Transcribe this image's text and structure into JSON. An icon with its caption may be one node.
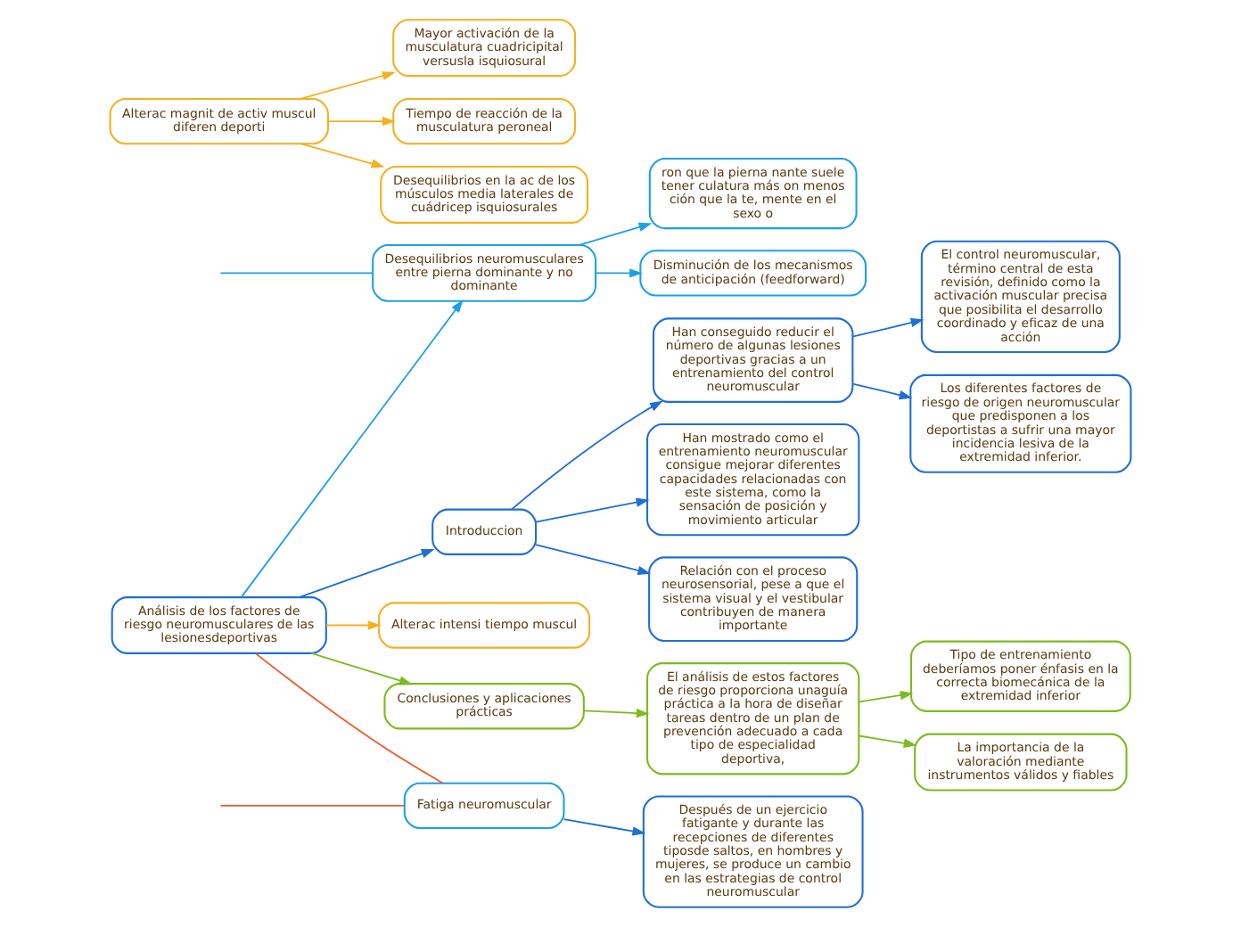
{
  "diagram": {
    "nodes": [
      {
        "text": [
          "Análisis de los factores de riesgo neuromusculares de las lesionesdeportivas"
        ]
      },
      {
        "text": [
          "Desequilibrios neuromusculares entre pierna dominante y no dominante"
        ]
      },
      {
        "text": [
          "Disminución de los mecanismos de anticipación (feedforward)"
        ]
      },
      {
        "text": [
          "ron que la pierna nante suele tener culatura más on menos ción que la te, mente en el sexo o"
        ]
      },
      {
        "text": [
          "Conclusiones y aplicaciones prácticas"
        ]
      },
      {
        "text": [
          "El análisis de estos factores de riesgo proporciona unaguía práctica a la hora de diseñar tareas dentro de un plan de prevención adecuado a cada tipo de especialidad deportiva,"
        ]
      },
      {
        "text": [
          "Tipo de entrenamiento deberíamos poner énfasis en la correcta biomecánica de la extremidad inferior"
        ]
      },
      {
        "text": [
          "La importancia de la valoración mediante instrumentos válidos y fiables"
        ]
      },
      {
        "text": [
          "Fatiga neuromuscular"
        ]
      },
      {
        "text": [
          "Después de un ejercicio fatigante y durante las recepciones de diferentes tiposde saltos, en hombres y mujeres, se produce un cambio en las estrategias de control neuromuscular"
        ]
      },
      {
        "text": [
          "Introduccion"
        ]
      },
      {
        "text": [
          "Han mostrado como el entrenamiento neuromuscular consigue mejorar diferentes capacidades relacionadas con este sistema, como la sensación de posición y movimiento articular"
        ]
      },
      {
        "text": [
          "Relación con el proceso neurosensorial, pese a que el sistema visual y el vestibular contribuyen de manera importante"
        ]
      },
      {
        "text": [
          "Han conseguido reducir el número de algunas lesiones deportivas gracias a un entrenamiento del control neuromuscular"
        ]
      },
      {
        "text": [
          "El control neuromuscular, término central de esta revisión, definido como la activación muscular precisa que posibilita el desarrollo coordinado y eficaz de una acción"
        ]
      },
      {
        "text": [
          "Los diferentes factores de riesgo de origen neuromuscular que predisponen a los deportistas a sufrir una mayor incidencia lesiva de la extremidad inferior."
        ]
      },
      {
        "text": [
          "Alterac intensi tiempo muscul"
        ]
      },
      {
        "text": [
          "Alterac magnit de activ muscul diferen deporti"
        ]
      },
      {
        "text": [
          "Mayor activación de la musculatura cuadricipital versusla isquiosural"
        ]
      },
      {
        "text": [
          "Tiempo de reacción de la musculatura peroneal"
        ]
      },
      {
        "text": [
          "Desequilibrios en la ac de los músculos media laterales de cuádricep isquiosurales"
        ]
      }
    ],
    "edges": [
      {
        "from": 0,
        "to": 4,
        "arrow": "to",
        "color": "#7cbb1e"
      },
      {
        "from": 4,
        "to": 5,
        "arrow": "to",
        "color": "#7cbb1e"
      },
      {
        "from": 5,
        "to": 6,
        "arrow": "to",
        "color": "#7cbb1e"
      },
      {
        "from": 5,
        "to": 7,
        "arrow": "to",
        "color": "#7cbb1e"
      },
      {
        "from": 0,
        "to": 1,
        "arrow": "to",
        "color": "#1ea0e6"
      },
      {
        "from": null,
        "to": 1,
        "arrow": "none",
        "color": "#1ea0e6"
      },
      {
        "from": 1,
        "to": 2,
        "arrow": "to",
        "color": "#1ea0e6"
      },
      {
        "from": 1,
        "to": 3,
        "arrow": "to",
        "color": "#1ea0e6"
      },
      {
        "from": 0,
        "to": 8,
        "arrow": "none",
        "color": "#f05a28"
      },
      {
        "from": 8,
        "to": null,
        "arrow": "none",
        "color": "#f05a28"
      },
      {
        "from": 8,
        "to": 9,
        "arrow": "to"
      },
      {
        "from": 0,
        "to": 10,
        "arrow": "to"
      },
      {
        "from": 10,
        "to": 11,
        "arrow": "to"
      },
      {
        "from": 10,
        "to": 12,
        "arrow": "to"
      },
      {
        "from": 10,
        "to": 13,
        "arrow": "to"
      },
      {
        "from": 13,
        "to": 14,
        "arrow": "to"
      },
      {
        "from": 13,
        "to": 15,
        "arrow": "to"
      },
      {
        "from": 0,
        "to": 16,
        "arrow": "to",
        "color": "#f5b020"
      },
      {
        "from": 17,
        "to": 18,
        "arrow": "to",
        "color": "#f5b020"
      },
      {
        "from": 17,
        "to": 19,
        "arrow": "to",
        "color": "#f5b020"
      },
      {
        "from": 17,
        "to": 20,
        "arrow": "to",
        "color": "#f5b020"
      }
    ]
  }
}
